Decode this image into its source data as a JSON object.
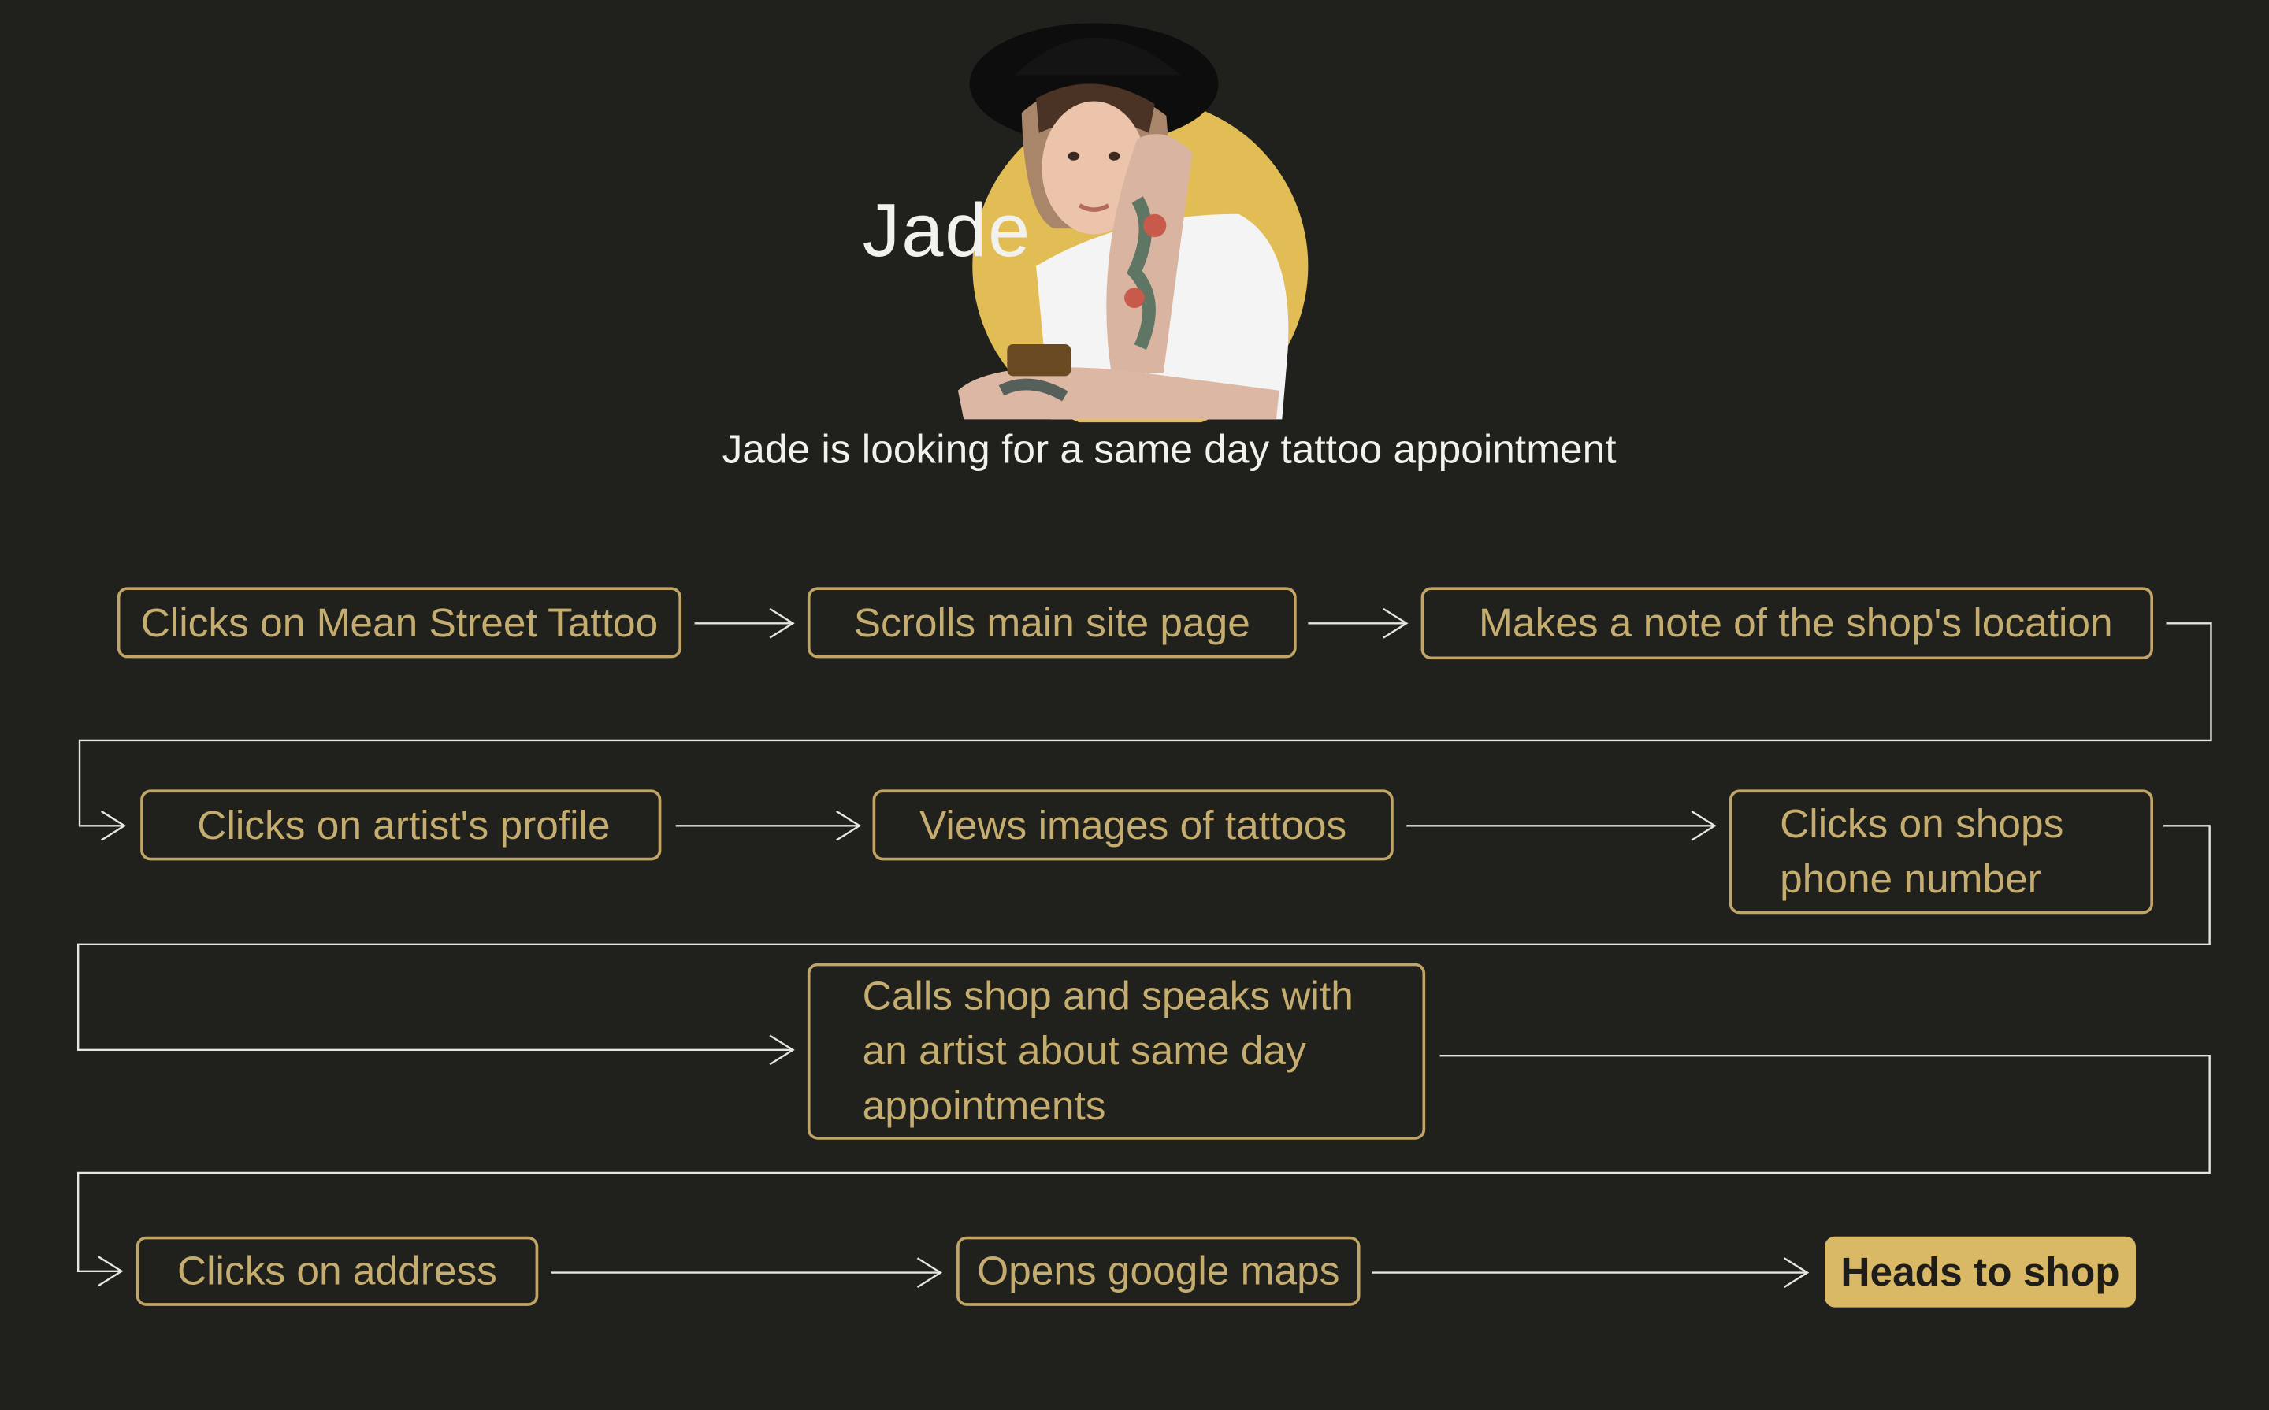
{
  "persona": {
    "name": "Jade",
    "goal": "Jade is looking for a same day tattoo appointment"
  },
  "colors": {
    "background": "#20201c",
    "accent": "#d9b866",
    "box_border": "#c0a566",
    "box_text": "#c5ad70",
    "connector": "#e6e6e0"
  },
  "flow": {
    "steps": [
      "Clicks on Mean Street Tattoo",
      "Scrolls main site page",
      "Makes a note of the shop's location",
      "Clicks on artist's profile",
      "Views images of tattoos",
      "Clicks on shops phone number",
      "Calls shop and speaks with an artist about same day appointments",
      "Clicks on address",
      "Opens google maps",
      "Heads to shop"
    ]
  }
}
